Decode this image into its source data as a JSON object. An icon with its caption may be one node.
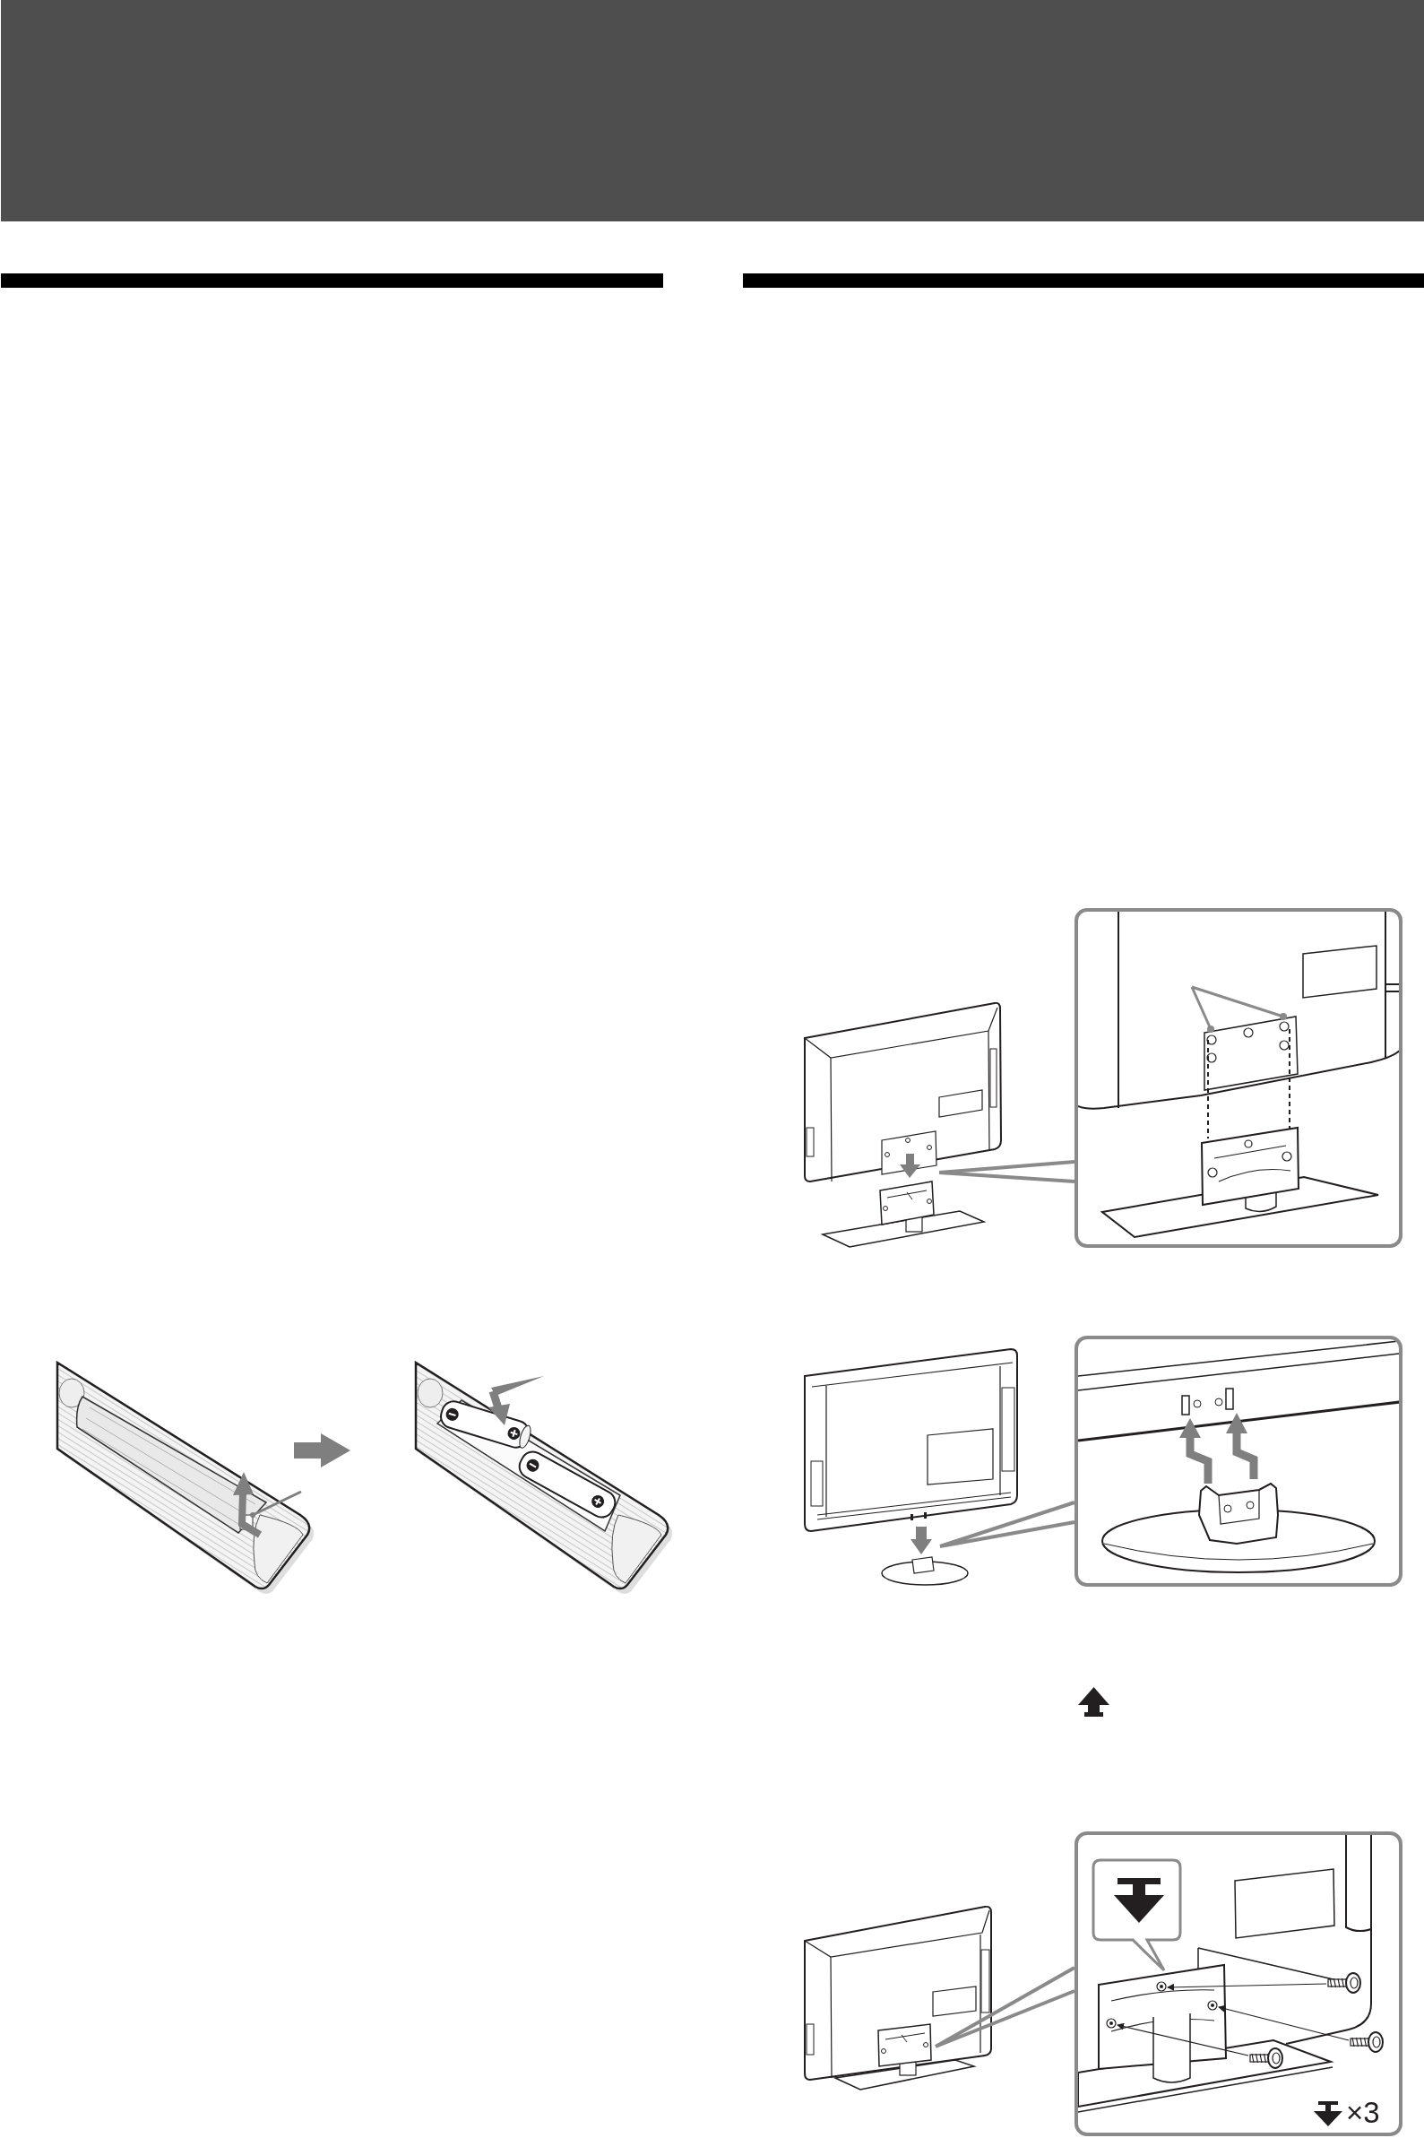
{
  "diagram": {
    "nodes": [
      {
        "text": [],
        "shape": "bar"
      },
      {
        "text": [],
        "shape": "bar"
      }
    ],
    "labels": [
      "×3"
    ]
  }
}
